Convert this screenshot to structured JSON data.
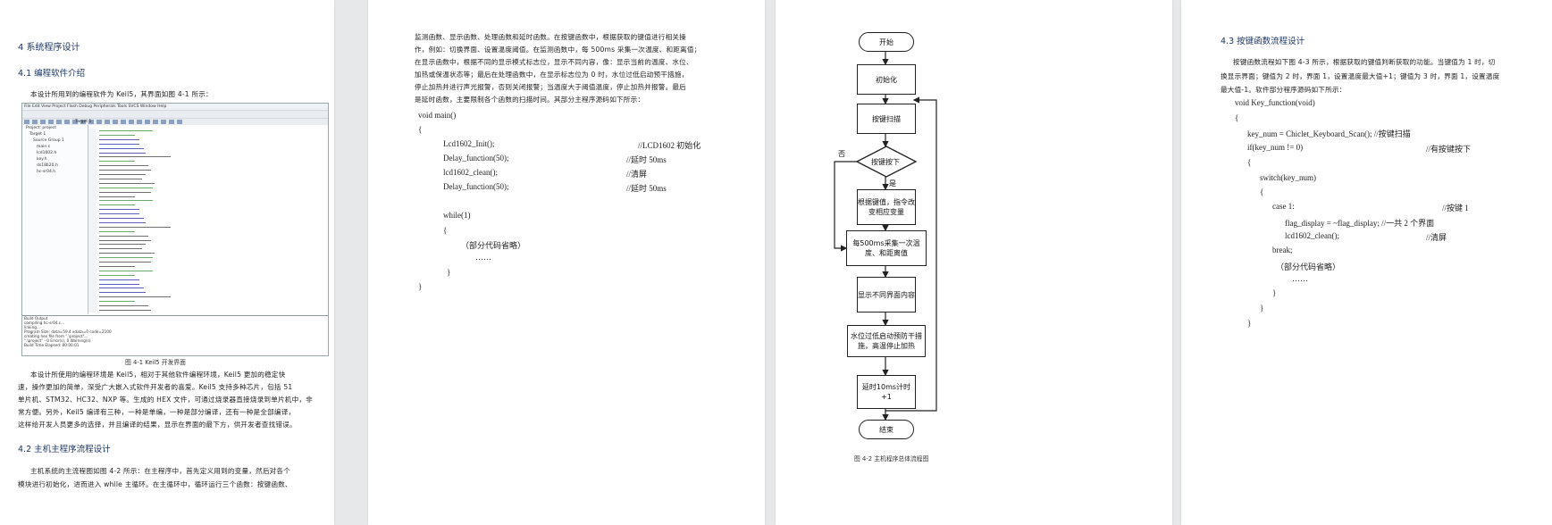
{
  "page1": {
    "heading_ch4": "4 系统程序设计",
    "heading_41": "4.1 编程软件介绍",
    "intro_line": "本设计所用到的编程软件为 Keil5，其界面如图 4-1 所示：",
    "ide": {
      "menu": "File  Edit  View  Project  Flash  Debug  Peripherals  Tools  SVCS  Window  Help",
      "target": "Target 1",
      "project_tree": [
        "Project: project",
        "Target 1",
        "Source Group 1",
        "main.c",
        "lcd1602.h",
        "key.h",
        "ds18b20.h",
        "hc-sr04.h"
      ],
      "build_output": [
        "Build Output",
        "compiling hc-sr04.c...",
        "linking...",
        "Program Size: data=59.4 xdata=0 code=2100",
        "creating hex file from \".\\project\"...",
        "\".\\project\" - 0 Error(s), 0 Warning(s).",
        "Build Time Elapsed:  00:00:01"
      ]
    },
    "figure_caption": "图 4-1 Keil5 开发界面",
    "para_lines": [
      "本设计所使用的编程环境是 Keil5，相对于其他软件编程环境，Keil5 更加的稳定快",
      "速，操作更加的简单，深受广大嵌入式软件开发者的喜爱。Keil5 支持多种芯片，包括 51",
      "单片机、STM32、HC32、NXP 等。生成的 HEX 文件，可通过烧录器直接烧录到单片机中，非",
      "常方便。另外，Keil5 编译有三种，一种是单编，一种是部分编译，还有一种是全部编译，",
      "这样给开发人员更多的选择，并且编译的结果，显示在界面的最下方，供开发者查找错误。"
    ],
    "heading_42": "4.2 主机主程序流程设计",
    "para2_lines": [
      "主机系统的主流程图如图 4-2 所示：在主程序中，首先定义用到的变量，然后对各个",
      "模块进行初始化，进而进入 while 主循环。在主循环中，循环运行三个函数：按键函数、"
    ]
  },
  "page2": {
    "para_lines": [
      "监测函数、显示函数、处理函数和延时函数。在按键函数中，根据获取的键值进行相关操",
      "作，例如：切换界面、设置温度阈值。在监测函数中，每 500ms 采集一次温度、和距离值；",
      "在显示函数中，根据不同的显示模式标志位，显示不同内容，像：显示当前的温度、水位、",
      "加热或保温状态等；最后在处理函数中，在显示标志位为 0 时，水位过低启动预干措施，",
      "停止加热并进行声光报警，否则关闭报警；当温度大于阈值温度，停止加热并报警。最后",
      "是延时函数，主要限制各个函数的扫描时间。其部分主程序源码如下所示："
    ],
    "code": [
      {
        "text": "void main()",
        "comment": ""
      },
      {
        "text": "{",
        "comment": ""
      },
      {
        "text": "Lcd1602_Init();",
        "comment": "//LCD1602 初始化"
      },
      {
        "text": "Delay_function(50);",
        "comment": "//延时 50ms"
      },
      {
        "text": "lcd1602_clean();",
        "comment": "//清屏"
      },
      {
        "text": "Delay_function(50);",
        "comment": "//延时 50ms"
      },
      {
        "text": "while(1)",
        "comment": ""
      },
      {
        "text": "{",
        "comment": ""
      },
      {
        "text": "（部分代码省略）",
        "comment": ""
      },
      {
        "text": "……",
        "comment": ""
      },
      {
        "text": "}",
        "comment": ""
      },
      {
        "text": "}",
        "comment": ""
      }
    ]
  },
  "page3": {
    "flow": {
      "start": "开始",
      "init": "初始化",
      "scan": "按键扫描",
      "decision": "按键按下",
      "no": "否",
      "yes": "是",
      "action": "根据键值，指令改变相应变量",
      "measure": "每500ms采集一次温度、和距离值",
      "display": "显示不同界面内容",
      "process": "水位过低启动预防干措施，高温停止加热",
      "delay": "延时10ms计时+1",
      "end": "结束"
    },
    "caption": "图 4-2 主机程序总体流程图"
  },
  "page4": {
    "heading_43": "4.3 按键函数流程设计",
    "para_lines": [
      "按键函数流程如下图 4-3 所示，根据获取的键值判断获取的功能。当键值为 1 时，切",
      "换显示界面；键值为 2 时，界面 1，设置温度最大值+1；键值为 3 时，界面 1，设置温度",
      "最大值-1。软件部分程序源码如下所示："
    ],
    "code": [
      {
        "text": "void Key_function(void)",
        "comment": ""
      },
      {
        "text": "{",
        "comment": ""
      },
      {
        "text": "key_num = Chiclet_Keyboard_Scan(); //按键扫描",
        "comment": ""
      },
      {
        "text": "if(key_num != 0)",
        "comment": "//有按键按下"
      },
      {
        "text": "{",
        "comment": ""
      },
      {
        "text": "switch(key_num)",
        "comment": ""
      },
      {
        "text": "{",
        "comment": ""
      },
      {
        "text": "case 1:",
        "comment": "//按键 1"
      },
      {
        "text": "flag_display = ~flag_display; //一共 2 个界面",
        "comment": ""
      },
      {
        "text": "lcd1602_clean();",
        "comment": "//清屏"
      },
      {
        "text": "break;",
        "comment": ""
      },
      {
        "text": "（部分代码省略）",
        "comment": ""
      },
      {
        "text": "……",
        "comment": ""
      },
      {
        "text": "}",
        "comment": ""
      },
      {
        "text": "}",
        "comment": ""
      },
      {
        "text": "}",
        "comment": ""
      }
    ]
  }
}
